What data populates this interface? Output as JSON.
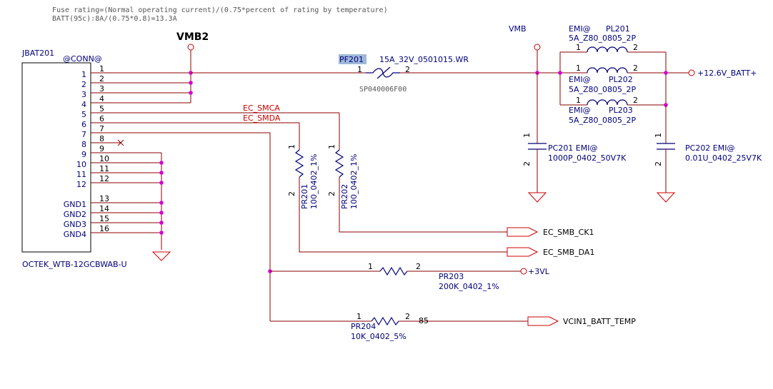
{
  "notes": {
    "line1": "Fuse rating=(Normal operating current)/(0.75*percent of rating by temperature)",
    "line2": "BATT(95c):8A/(0.75*0.8)=13.3A"
  },
  "power_labels": {
    "vmb2": "VMB2",
    "vmb": "VMB",
    "batt": "+12.6V_BATT+",
    "v3vl": "+3VL"
  },
  "connector": {
    "ref": "JBAT201",
    "attr": "@CONN@",
    "part": "OCTEK_WTB-12GCBWAB-U",
    "left_pins": [
      "1",
      "2",
      "3",
      "4",
      "5",
      "6",
      "7",
      "8",
      "9",
      "10",
      "11",
      "12",
      "GND1",
      "GND2",
      "GND3",
      "GND4"
    ],
    "right_pins": [
      "1",
      "2",
      "3",
      "4",
      "5",
      "6",
      "7",
      "8",
      "9",
      "10",
      "11",
      "12",
      "13",
      "14",
      "15",
      "16"
    ]
  },
  "nets": {
    "smca": "EC_SMCA",
    "smda": "EC_SMDA",
    "smb_ck": "EC_SMB_CK1",
    "smb_da": "EC_SMB_DA1",
    "vcin": "VCIN1_BATT_TEMP",
    "pin85": "85"
  },
  "fuse": {
    "ref": "PF201",
    "value": "15A_32V_0501015.WR",
    "part": "SP040006F00",
    "pin1": "1",
    "pin2": "2"
  },
  "inductors": [
    {
      "attr": "EMI@",
      "ref": "PL201",
      "value": "5A_Z80_0805_2P",
      "pin1": "1",
      "pin2": "2"
    },
    {
      "attr": "EMI@",
      "ref": "PL202",
      "value": "5A_Z80_0805_2P",
      "pin1": "1",
      "pin2": "2"
    },
    {
      "attr": "EMI@",
      "ref": "PL203",
      "value": "5A_Z80_0805_2P",
      "pin1": "1",
      "pin2": "2"
    }
  ],
  "capacitors": [
    {
      "ref": "PC201 EMI@",
      "value": "1000P_0402_50V7K",
      "pin1": "1",
      "pin2": "2"
    },
    {
      "ref": "PC202 EMI@",
      "value": "0.01U_0402_25V7K",
      "pin1": "1",
      "pin2": "2"
    }
  ],
  "resistors": [
    {
      "ref": "PR201",
      "value": "100_0402_1%",
      "pin1": "1",
      "pin2": "2"
    },
    {
      "ref": "PR202",
      "value": "100_0402_1%",
      "pin1": "1",
      "pin2": "2"
    },
    {
      "ref": "PR203",
      "value": "200K_0402_1%",
      "pin1": "1",
      "pin2": "2"
    },
    {
      "ref": "PR204",
      "value": "10K_0402_5%",
      "pin1": "1",
      "pin2": "2"
    }
  ],
  "colors": {
    "wire": "#8b0000",
    "junction": "#d400d4",
    "label": "#00007a",
    "net_red": "#cc0000",
    "highlight": "#9fb8d8"
  }
}
